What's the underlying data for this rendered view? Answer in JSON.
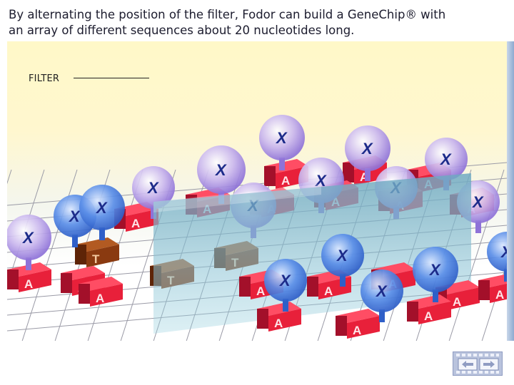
{
  "caption": {
    "line1": "By alternating the position of the filter, Fodor can build a GeneChip® with",
    "line2": "an array of different sequences about 20 nucleotides long."
  },
  "filter": {
    "label": "FILTER"
  },
  "scene": {
    "nucleotide_a": "A",
    "nucleotide_t": "T",
    "probe_mark": "X",
    "colors": {
      "block_red": "#e8203a",
      "block_brown": "#8a3a10",
      "probe_purple": "#c9b6ee",
      "probe_blue": "#5a8ee8",
      "filter_teal": "#6fa9c2"
    }
  },
  "nav": {
    "icon": "prev-next-arrows-icon"
  }
}
